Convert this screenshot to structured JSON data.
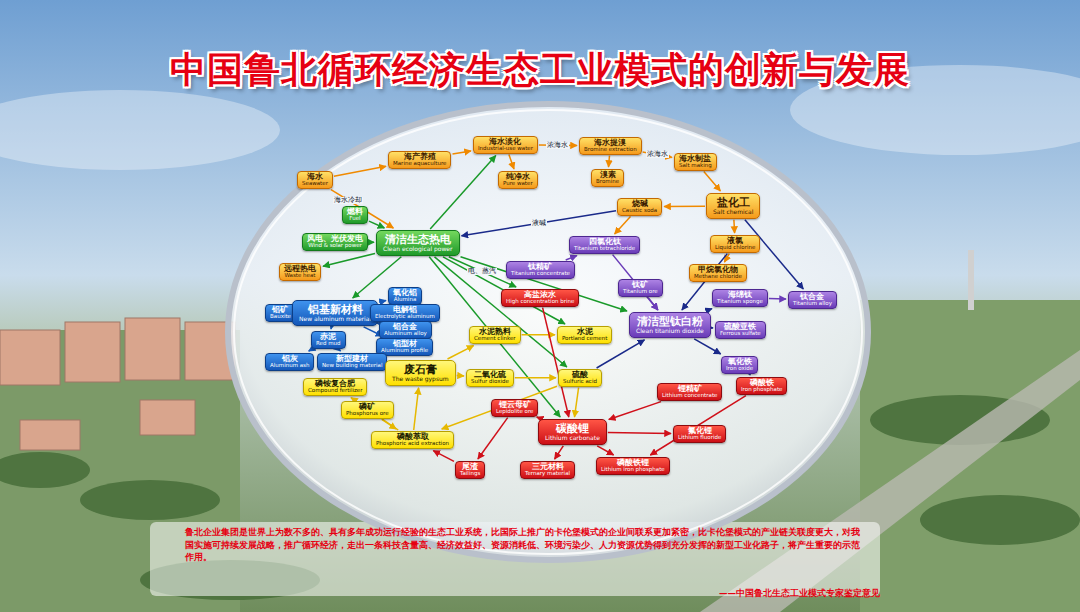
{
  "diagram": {
    "title": "中国鲁北循环经济生态工业模式的创新与发展",
    "caption": "鲁北企业集团是世界上为数不多的、具有多年成功运行经验的生态工业系统，比国际上推广的卡伦堡模式的企业间联系更加紧密，比卡伦堡模式的产业链关联度更大，对我国实施可持续发展战略，推广循环经济，走出一条科技含量高、经济效益好、资源消耗低、环境污染少、人力资源优势得到充分发挥的新型工业化路子，将产生重要的示范作用。",
    "nodes": [
      {
        "text": [
          "海水",
          "Seawater"
        ]
      },
      {
        "text": [
          "海产养殖",
          "Marine aquaculture"
        ]
      },
      {
        "text": [
          "海水淡化",
          "Industrial-use water"
        ]
      },
      {
        "text": [
          "海水提溴",
          "Bromine extraction"
        ]
      },
      {
        "text": [
          "海水制盐",
          "Salt making"
        ]
      },
      {
        "text": [
          "纯净水",
          "Pure water"
        ]
      },
      {
        "text": [
          "溴素",
          "Bromine"
        ]
      },
      {
        "text": [
          "烧碱",
          "Caustic soda"
        ]
      },
      {
        "text": [
          "盐化工",
          "Salt chemical"
        ]
      },
      {
        "text": [
          "液氯",
          "Liquid chlorine"
        ]
      },
      {
        "text": [
          "甲烷氯化物",
          "Methane chloride"
        ]
      },
      {
        "text": [
          "燃料",
          "Fuel"
        ]
      },
      {
        "text": [
          "风电、光伏发电",
          "Wind & solar power"
        ]
      },
      {
        "text": [
          "远程热电",
          "Waste heat"
        ]
      },
      {
        "text": [
          "清洁生态热电",
          "Clean ecological power"
        ]
      },
      {
        "text": [
          "铝矿",
          "Bauxite"
        ]
      },
      {
        "text": [
          "铝基新材料",
          "New aluminum material"
        ]
      },
      {
        "text": [
          "氧化铝",
          "Alumina"
        ]
      },
      {
        "text": [
          "电解铝",
          "Electrolytic aluminum"
        ]
      },
      {
        "text": [
          "铝合金",
          "Aluminum alloy"
        ]
      },
      {
        "text": [
          "铝型材",
          "Aluminum profile"
        ]
      },
      {
        "text": [
          "赤泥",
          "Red mud"
        ]
      },
      {
        "text": [
          "铝灰",
          "Aluminum ash"
        ]
      },
      {
        "text": [
          "新型建材",
          "New building material"
        ]
      },
      {
        "text": [
          "磷铵复合肥",
          "Compound fertilizer"
        ]
      },
      {
        "text": [
          "磷矿",
          "Phosphorus ore"
        ]
      },
      {
        "text": [
          "磷酸萃取",
          "Phosphoric acid extraction"
        ]
      },
      {
        "text": [
          "废石膏",
          "The waste gypsum"
        ]
      },
      {
        "text": [
          "水泥熟料",
          "Cement clinker"
        ]
      },
      {
        "text": [
          "水泥",
          "Portland cement"
        ]
      },
      {
        "text": [
          "二氧化硫",
          "Sulfur dioxide"
        ]
      },
      {
        "text": [
          "硫酸",
          "Sulfuric acid"
        ]
      },
      {
        "text": [
          "高盐浓水",
          "High concentration brine"
        ]
      },
      {
        "text": [
          "钛精矿",
          "Titanium concentrate"
        ]
      },
      {
        "text": [
          "四氯化钛",
          "Titanium tetrachloride"
        ]
      },
      {
        "text": [
          "钛矿",
          "Titanium ore"
        ]
      },
      {
        "text": [
          "清洁型钛白粉",
          "Clean titanium dioxide"
        ]
      },
      {
        "text": [
          "海绵钛",
          "Titanium sponge"
        ]
      },
      {
        "text": [
          "钛合金",
          "Titanium alloy"
        ]
      },
      {
        "text": [
          "硫酸亚铁",
          "Ferrous sulfate"
        ]
      },
      {
        "text": [
          "氧化铁",
          "Iron oxide"
        ]
      },
      {
        "text": [
          "锂云母矿",
          "Lepidolite ore"
        ]
      },
      {
        "text": [
          "碳酸锂",
          "Lithium carbonate"
        ]
      },
      {
        "text": [
          "锂精矿",
          "Lithium concentrate"
        ]
      },
      {
        "text": [
          "磷酸铁",
          "Iron phosphate"
        ]
      },
      {
        "text": [
          "氟化锂",
          "Lithium fluoride"
        ]
      },
      {
        "text": [
          "尾渣",
          "Tailings"
        ]
      },
      {
        "text": [
          "三元材料",
          "Ternary material"
        ]
      },
      {
        "text": [
          "磷酸铁锂",
          "Lithium iron phosphate"
        ]
      }
    ],
    "edges": [
      {
        "from": 0,
        "to": 1,
        "arrow": "to"
      },
      {
        "from": 1,
        "to": 2,
        "arrow": "to"
      },
      {
        "from": 2,
        "to": 3,
        "arrow": "to",
        "label": "浓海水"
      },
      {
        "from": 3,
        "to": 4,
        "arrow": "to",
        "label": "浓海水"
      },
      {
        "from": 2,
        "to": 5,
        "arrow": "to"
      },
      {
        "from": 3,
        "to": 6,
        "arrow": "to"
      },
      {
        "from": 4,
        "to": 8,
        "arrow": "to"
      },
      {
        "from": 8,
        "to": 7,
        "arrow": "to"
      },
      {
        "from": 8,
        "to": 9,
        "arrow": "to"
      },
      {
        "from": 9,
        "to": 10,
        "arrow": "to"
      },
      {
        "from": 0,
        "to": 14,
        "arrow": "to",
        "label": "海水冷却"
      },
      {
        "from": 11,
        "to": 14,
        "arrow": "to"
      },
      {
        "from": 12,
        "to": 14,
        "arrow": "to"
      },
      {
        "from": 14,
        "to": 13,
        "arrow": "to"
      },
      {
        "from": 14,
        "to": 2,
        "arrow": "to"
      },
      {
        "from": 7,
        "to": 14,
        "arrow": "to",
        "label": "液碱"
      },
      {
        "from": 14,
        "to": 16,
        "arrow": "to"
      },
      {
        "from": 14,
        "to": 32,
        "arrow": "to",
        "label": "电、蒸汽"
      },
      {
        "from": 14,
        "to": 36,
        "arrow": "to"
      },
      {
        "from": 14,
        "to": 29,
        "arrow": "to"
      },
      {
        "from": 14,
        "to": 42,
        "arrow": "to"
      },
      {
        "from": 14,
        "to": 31,
        "arrow": "to"
      },
      {
        "from": 15,
        "to": 16,
        "arrow": "to"
      },
      {
        "from": 16,
        "to": 17,
        "arrow": "to"
      },
      {
        "from": 16,
        "to": 18,
        "arrow": "to"
      },
      {
        "from": 16,
        "to": 19,
        "arrow": "to"
      },
      {
        "from": 16,
        "to": 20,
        "arrow": "to"
      },
      {
        "from": 16,
        "to": 21,
        "arrow": "to"
      },
      {
        "from": 21,
        "to": 22,
        "arrow": "to"
      },
      {
        "from": 21,
        "to": 23,
        "arrow": "to"
      },
      {
        "from": 25,
        "to": 26,
        "arrow": "to"
      },
      {
        "from": 26,
        "to": 24,
        "arrow": "to"
      },
      {
        "from": 26,
        "to": 27,
        "arrow": "to"
      },
      {
        "from": 27,
        "to": 28,
        "arrow": "to"
      },
      {
        "from": 27,
        "to": 30,
        "arrow": "to"
      },
      {
        "from": 28,
        "to": 29,
        "arrow": "to"
      },
      {
        "from": 30,
        "to": 31,
        "arrow": "to"
      },
      {
        "from": 31,
        "to": 26,
        "arrow": "to"
      },
      {
        "from": 31,
        "to": 36,
        "arrow": "to"
      },
      {
        "from": 9,
        "to": 36,
        "arrow": "to"
      },
      {
        "from": 35,
        "to": 36,
        "arrow": "to"
      },
      {
        "from": 36,
        "to": 37,
        "arrow": "to"
      },
      {
        "from": 36,
        "to": 39,
        "arrow": "to"
      },
      {
        "from": 36,
        "to": 40,
        "arrow": "to"
      },
      {
        "from": 37,
        "to": 38,
        "arrow": "to"
      },
      {
        "from": 33,
        "to": 34,
        "arrow": "to"
      },
      {
        "from": 34,
        "to": 36,
        "arrow": "to"
      },
      {
        "from": 7,
        "to": 34,
        "arrow": "to"
      },
      {
        "from": 32,
        "to": 42,
        "arrow": "to"
      },
      {
        "from": 41,
        "to": 42,
        "arrow": "to"
      },
      {
        "from": 42,
        "to": 47,
        "arrow": "to"
      },
      {
        "from": 42,
        "to": 48,
        "arrow": "to"
      },
      {
        "from": 42,
        "to": 45,
        "arrow": "to"
      },
      {
        "from": 43,
        "to": 42,
        "arrow": "to"
      },
      {
        "from": 44,
        "to": 48,
        "arrow": "to"
      },
      {
        "from": 41,
        "to": 46,
        "arrow": "to"
      },
      {
        "from": 46,
        "to": 26,
        "arrow": "to"
      },
      {
        "from": 40,
        "to": 44,
        "arrow": "to"
      },
      {
        "from": 31,
        "to": 42,
        "arrow": "to"
      },
      {
        "from": 8,
        "to": 38,
        "arrow": "to"
      }
    ],
    "labels": [
      "——中国鲁北生态工业模式专家鉴定意见"
    ]
  }
}
